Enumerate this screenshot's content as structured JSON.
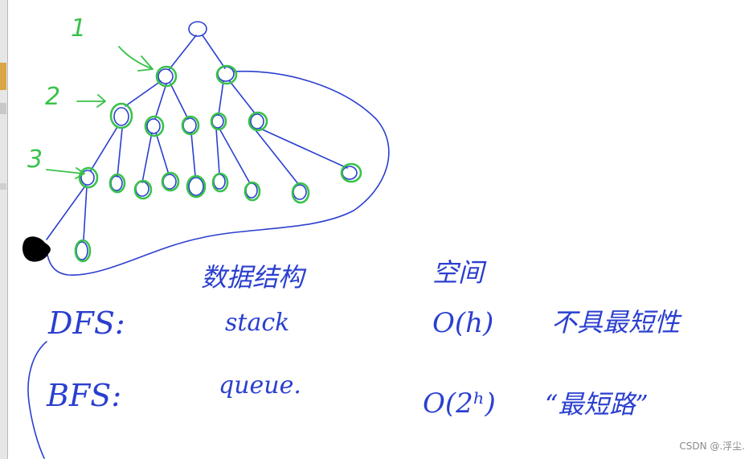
{
  "colors": {
    "ink_blue": "#2a3fcf",
    "ink_green": "#39c24a",
    "ink_black": "#000000"
  },
  "level_labels": [
    "1",
    "2",
    "3"
  ],
  "headers": {
    "data_structure": "数据结构",
    "space": "空间"
  },
  "rows": [
    {
      "name": "DFS:",
      "structure": "stack",
      "space": "O(h)",
      "note": "不具最短性"
    },
    {
      "name": "BFS:",
      "structure": "queue.",
      "space": "O(2ʰ)",
      "note": "“最短路”"
    }
  ],
  "watermark": "CSDN @.浮尘."
}
